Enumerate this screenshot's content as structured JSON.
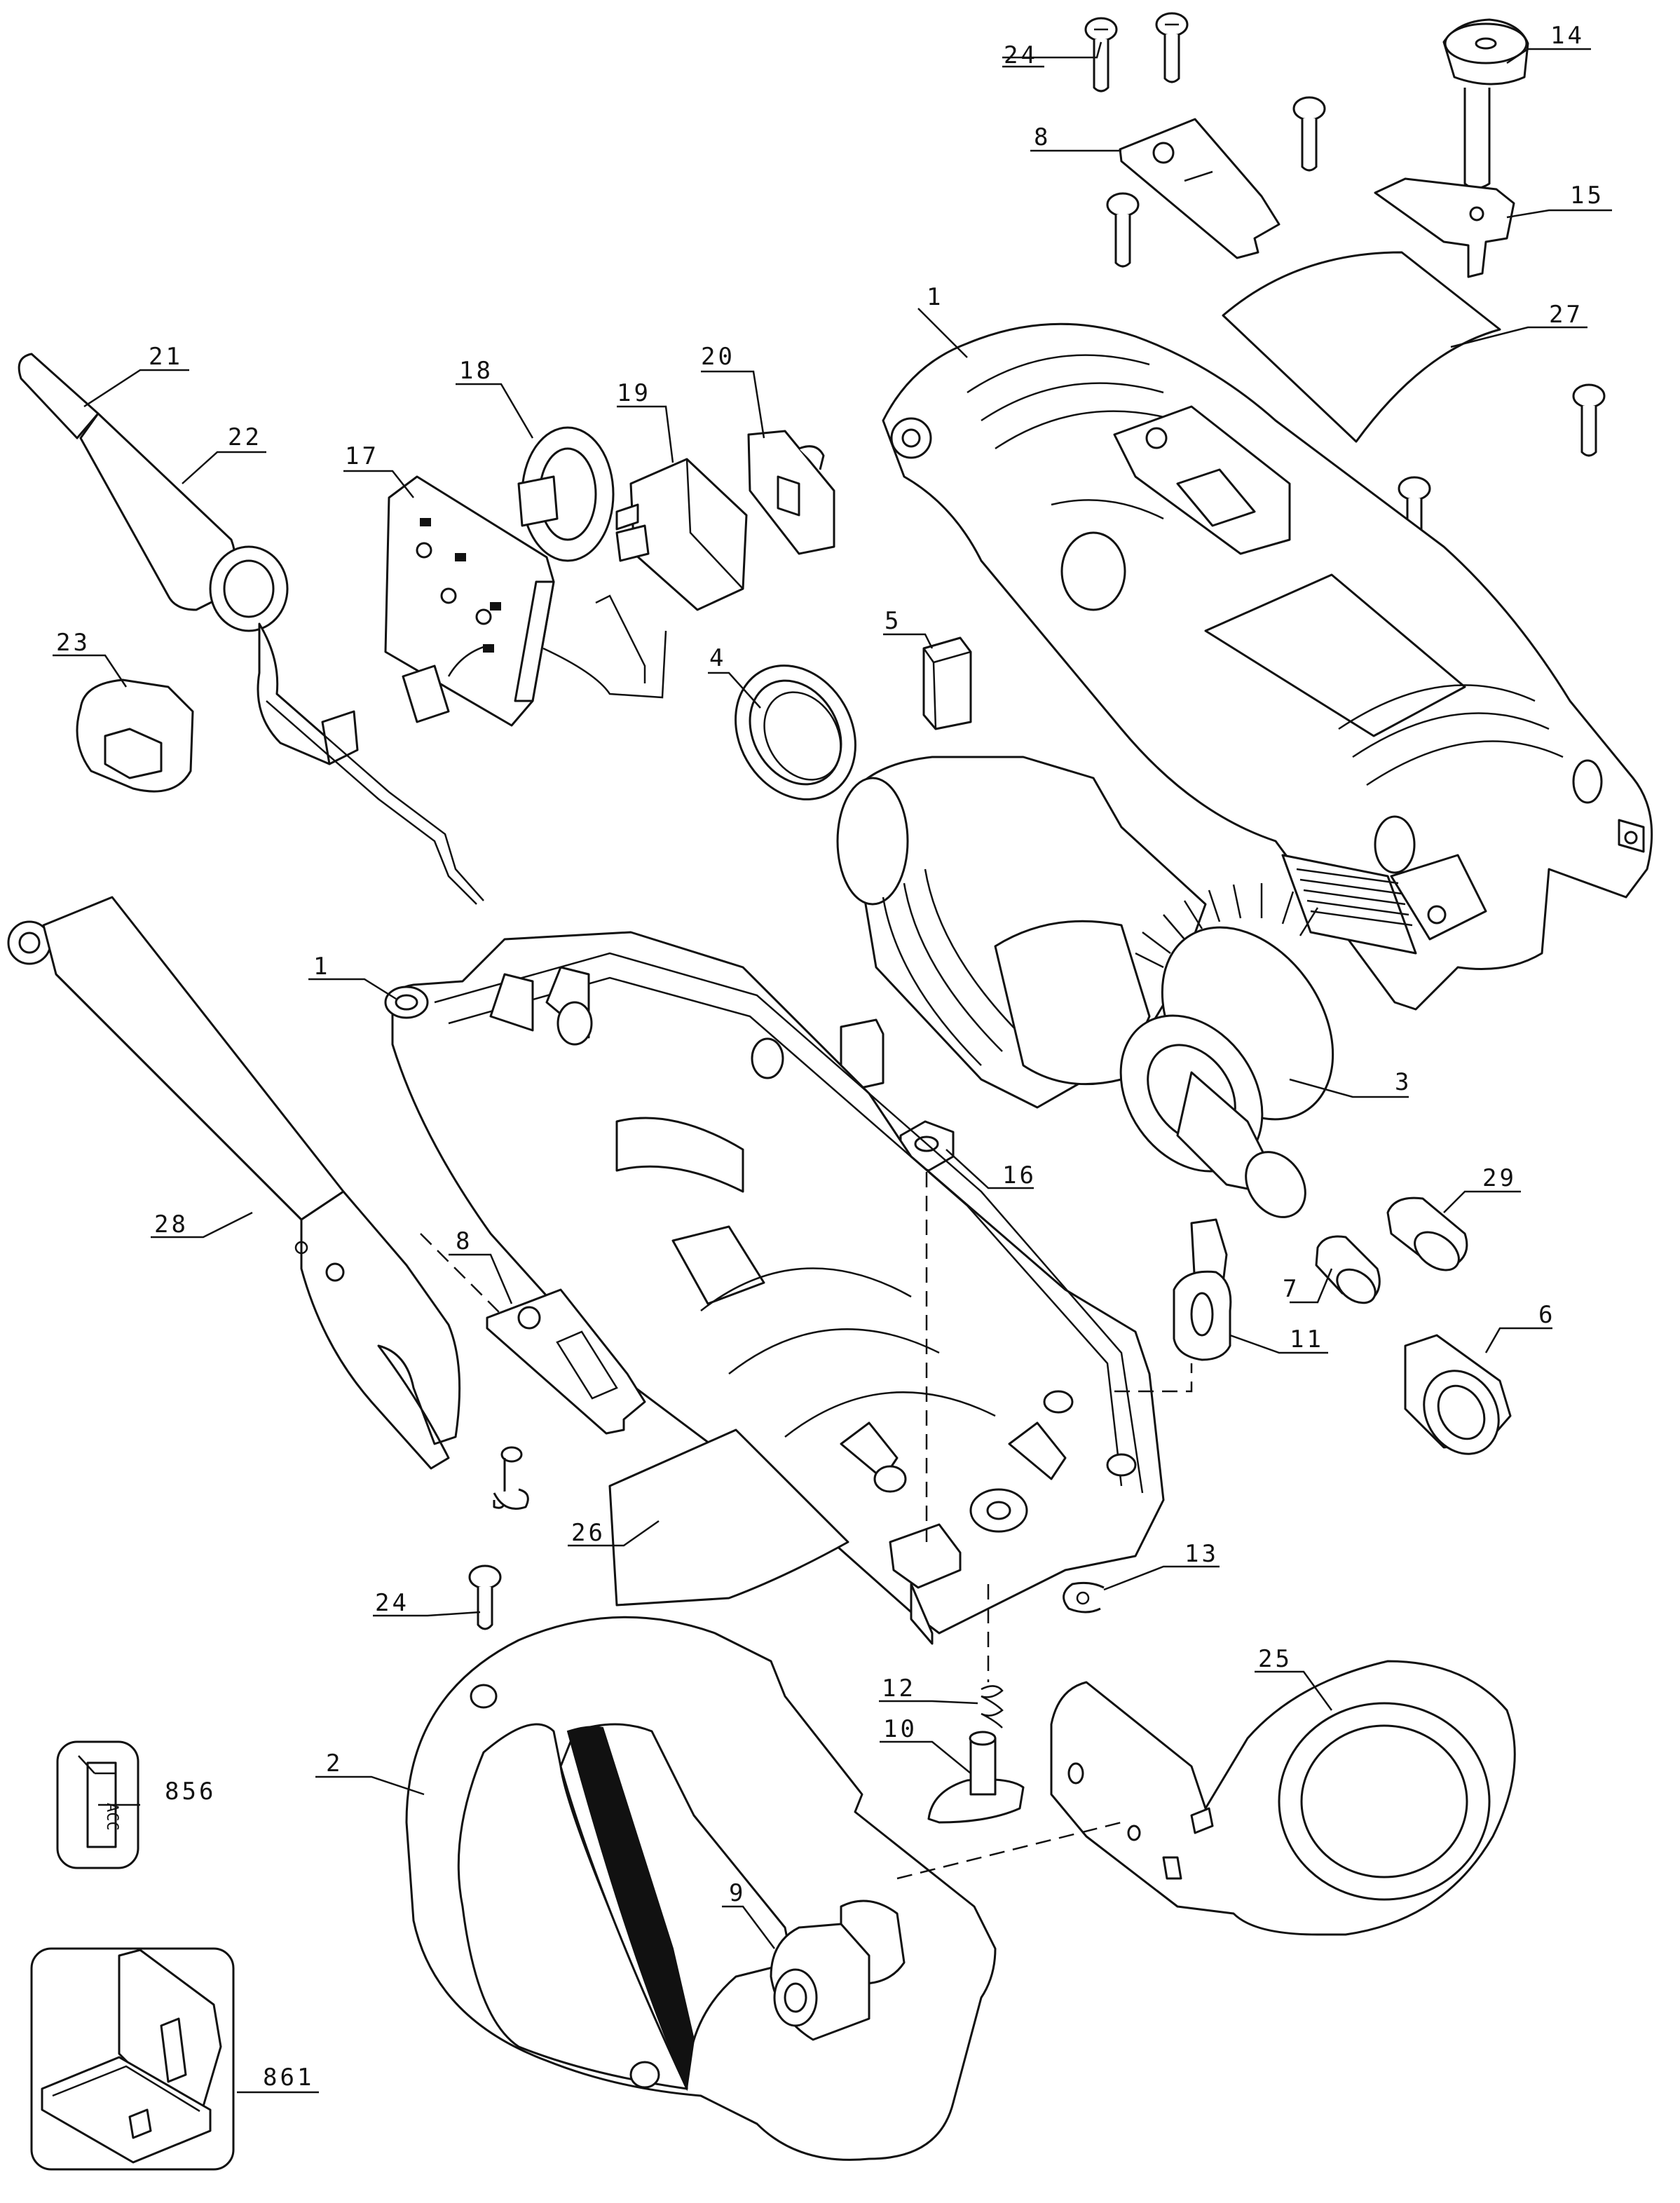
{
  "diagram": {
    "callouts": [
      {
        "id": "c24a",
        "text": "24"
      },
      {
        "id": "c14",
        "text": "14"
      },
      {
        "id": "c8a",
        "text": "8"
      },
      {
        "id": "c15",
        "text": "15"
      },
      {
        "id": "c1a",
        "text": "1"
      },
      {
        "id": "c27",
        "text": "27"
      },
      {
        "id": "c21",
        "text": "21"
      },
      {
        "id": "c18",
        "text": "18"
      },
      {
        "id": "c20",
        "text": "20"
      },
      {
        "id": "c22",
        "text": "22"
      },
      {
        "id": "c19",
        "text": "19"
      },
      {
        "id": "c17",
        "text": "17"
      },
      {
        "id": "c5",
        "text": "5"
      },
      {
        "id": "c23",
        "text": "23"
      },
      {
        "id": "c4",
        "text": "4"
      },
      {
        "id": "c1b",
        "text": "1"
      },
      {
        "id": "c3",
        "text": "3"
      },
      {
        "id": "c16",
        "text": "16"
      },
      {
        "id": "c29",
        "text": "29"
      },
      {
        "id": "c28",
        "text": "28"
      },
      {
        "id": "c8b",
        "text": "8"
      },
      {
        "id": "c7",
        "text": "7"
      },
      {
        "id": "c6",
        "text": "6"
      },
      {
        "id": "c11",
        "text": "11"
      },
      {
        "id": "c26",
        "text": "26"
      },
      {
        "id": "c13",
        "text": "13"
      },
      {
        "id": "c24b",
        "text": "24"
      },
      {
        "id": "c25",
        "text": "25"
      },
      {
        "id": "c12",
        "text": "12"
      },
      {
        "id": "c856",
        "text": "856"
      },
      {
        "id": "c10",
        "text": "10"
      },
      {
        "id": "c2",
        "text": "2"
      },
      {
        "id": "c9",
        "text": "9"
      },
      {
        "id": "c861",
        "text": "861"
      }
    ],
    "label_plate_text": "ACC"
  }
}
